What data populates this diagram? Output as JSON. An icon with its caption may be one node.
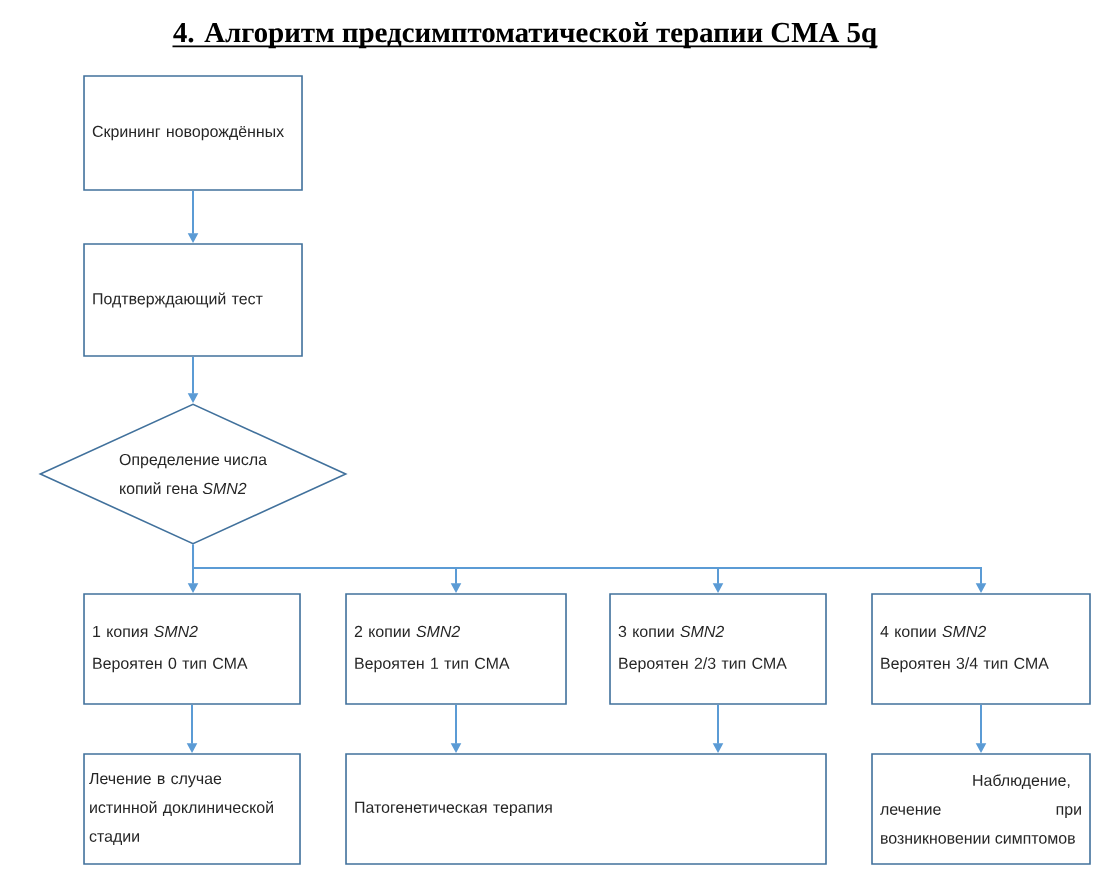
{
  "diagram": {
    "title": "4. Алгоритм предсимптоматической терапии СМА 5q",
    "nodes": [
      {
        "text": [
          "Скрининг новорождённых"
        ]
      },
      {
        "text": [
          "Подтверждающий тест"
        ]
      },
      {
        "text": [
          "Определение числа копий гена *SMN2*"
        ]
      },
      {
        "text": [
          "1 копия *SMN2*",
          "Вероятен 0 тип СМА"
        ]
      },
      {
        "text": [
          "2 копии *SMN2*",
          "Вероятен 1 тип СМА"
        ]
      },
      {
        "text": [
          "3 копии *SMN2*",
          "Вероятен 2/3 тип СМА"
        ]
      },
      {
        "text": [
          "4 копии *SMN2*",
          "Вероятен 3/4 тип СМА"
        ]
      },
      {
        "text": [
          "Лечение в случае истинной доклинической стадии"
        ]
      },
      {
        "text": [
          "Патогенетическая терапия"
        ]
      },
      {
        "text": [
          "Наблюдение, лечение при возникновении симптомов"
        ]
      }
    ],
    "edges": [
      {
        "from": 0,
        "to": 1,
        "arrow": "to"
      },
      {
        "from": 1,
        "to": 2,
        "arrow": "to"
      },
      {
        "from": 2,
        "to": 3,
        "arrow": "to"
      },
      {
        "from": 2,
        "to": 4,
        "arrow": "to"
      },
      {
        "from": 2,
        "to": 5,
        "arrow": "to"
      },
      {
        "from": 2,
        "to": 6,
        "arrow": "to"
      },
      {
        "from": 3,
        "to": 7,
        "arrow": "to"
      },
      {
        "from": 4,
        "to": 8,
        "arrow": "to"
      },
      {
        "from": 5,
        "to": 8,
        "arrow": "to"
      },
      {
        "from": 6,
        "to": 9,
        "arrow": "to"
      }
    ]
  }
}
